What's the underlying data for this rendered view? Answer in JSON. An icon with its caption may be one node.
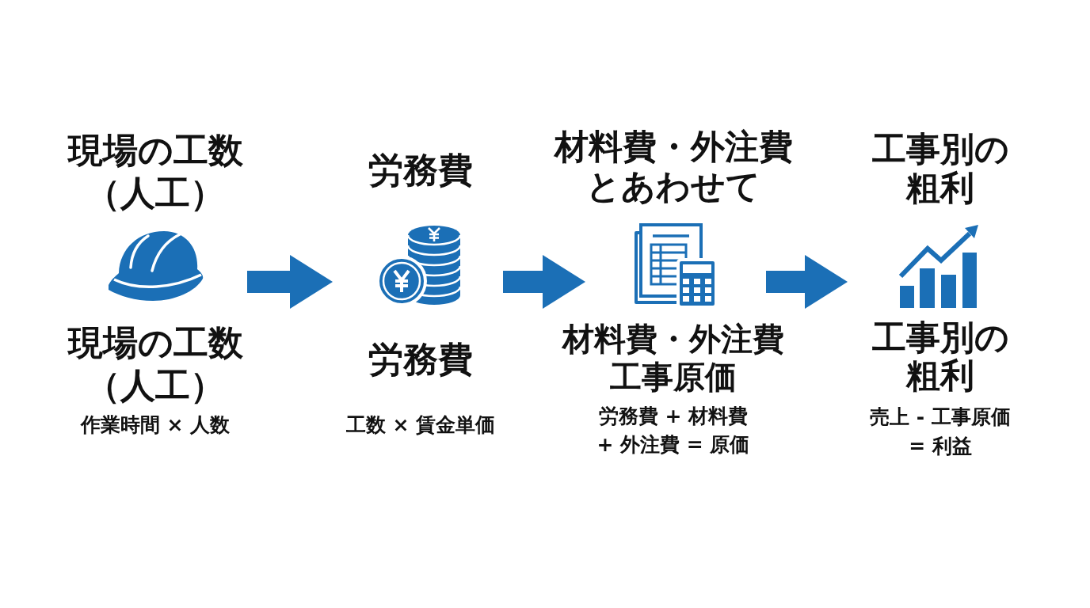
{
  "diagram": {
    "nodes": [
      {
        "text": [],
        "shape": "picture",
        "beside": [
          "現場の工数（人工）",
          "現場の工数（人工）",
          "作業時間 × 人数"
        ]
      },
      {
        "text": [],
        "shape": "picture",
        "beside": [
          "労務費",
          "労務費",
          "工数 × 賃金単価"
        ]
      },
      {
        "text": [],
        "shape": "picture",
        "beside": [
          "材料費・外注費とあわせて",
          "材料費・外注費工事原価",
          "労務費 + 材料費 + 外注費 = 原価"
        ]
      },
      {
        "text": [],
        "shape": "picture",
        "beside": [
          "工事別の粗利",
          "工事別の粗利",
          "売上 - 工事原価 = 利益"
        ]
      }
    ],
    "edges": [
      {
        "from": 0,
        "to": 1,
        "arrow": "to"
      },
      {
        "from": 1,
        "to": 2,
        "arrow": "to"
      },
      {
        "from": 2,
        "to": 3,
        "arrow": "to"
      }
    ]
  }
}
